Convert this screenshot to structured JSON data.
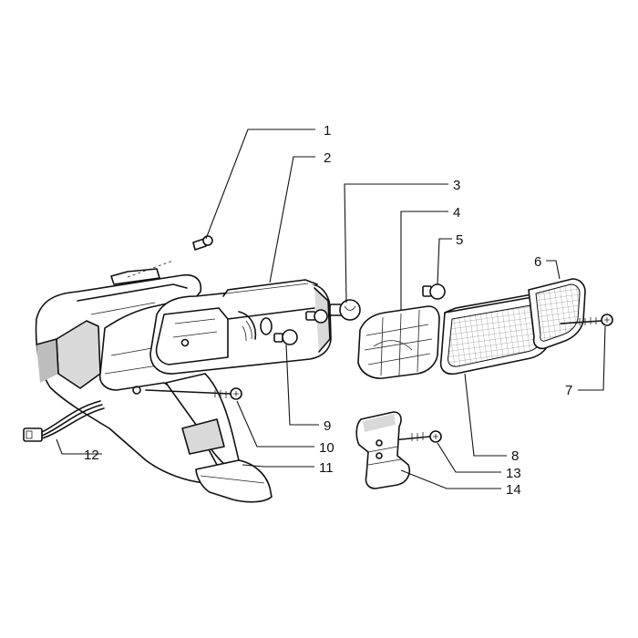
{
  "callouts": [
    {
      "id": "c1",
      "number": "1"
    },
    {
      "id": "c2",
      "number": "2"
    },
    {
      "id": "c3",
      "number": "3"
    },
    {
      "id": "c4",
      "number": "4"
    },
    {
      "id": "c5",
      "number": "5"
    },
    {
      "id": "c6",
      "number": "6"
    },
    {
      "id": "c7",
      "number": "7"
    },
    {
      "id": "c8",
      "number": "8"
    },
    {
      "id": "c9",
      "number": "9"
    },
    {
      "id": "c10",
      "number": "10"
    },
    {
      "id": "c11",
      "number": "11"
    },
    {
      "id": "c12",
      "number": "12"
    },
    {
      "id": "c13",
      "number": "13"
    },
    {
      "id": "c14",
      "number": "14"
    }
  ]
}
